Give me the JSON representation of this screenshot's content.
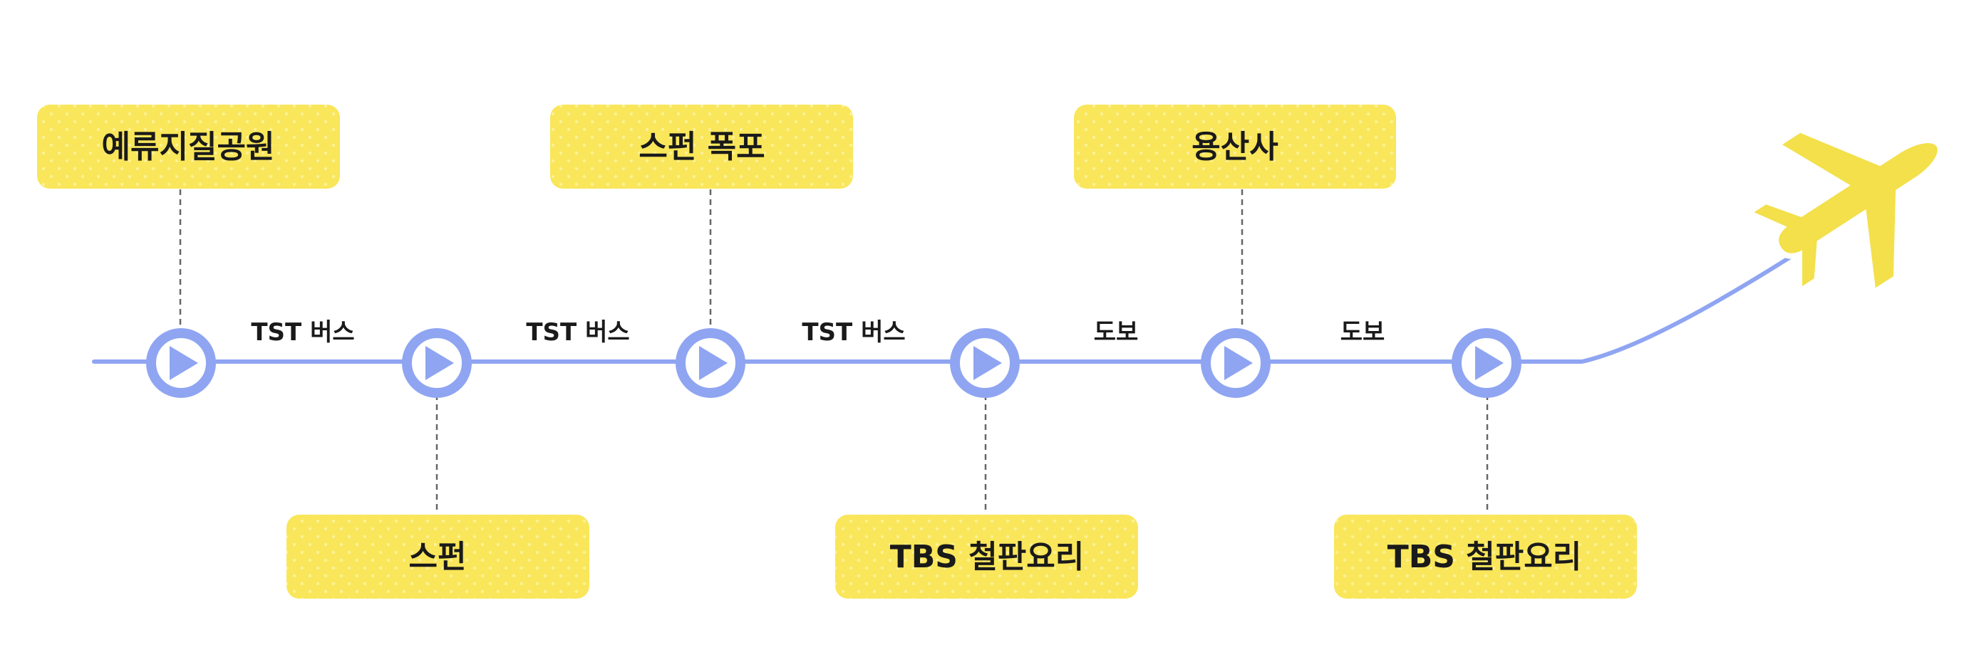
{
  "colors": {
    "route_line": "#8fa5f2",
    "marker_ring": "#8fa5f2",
    "card_fill": "#f9e65a",
    "card_dots": "#fff6b0",
    "text": "#1a1a1a",
    "connector": "#666666",
    "airplane": "#f3e04a",
    "airplane_outline": "#ffffff"
  },
  "stops": [
    {
      "id": "stop-1",
      "name": "예류지질공원",
      "position": "top",
      "marker_icon": "play-icon"
    },
    {
      "id": "stop-2",
      "name": "스펀",
      "position": "bottom",
      "marker_icon": "play-icon"
    },
    {
      "id": "stop-3",
      "name": "스펀 폭포",
      "position": "top",
      "marker_icon": "play-icon"
    },
    {
      "id": "stop-4",
      "name": "TBS 철판요리",
      "position": "bottom",
      "marker_icon": "play-icon"
    },
    {
      "id": "stop-5",
      "name": "용산사",
      "position": "top",
      "marker_icon": "play-icon"
    },
    {
      "id": "stop-6",
      "name": "TBS 철판요리",
      "position": "bottom",
      "marker_icon": "play-icon"
    }
  ],
  "legs": [
    {
      "label": "TST 버스"
    },
    {
      "label": "TST 버스"
    },
    {
      "label": "TST 버스"
    },
    {
      "label": "도보"
    },
    {
      "label": "도보"
    }
  ],
  "end_icon": "airplane-icon"
}
